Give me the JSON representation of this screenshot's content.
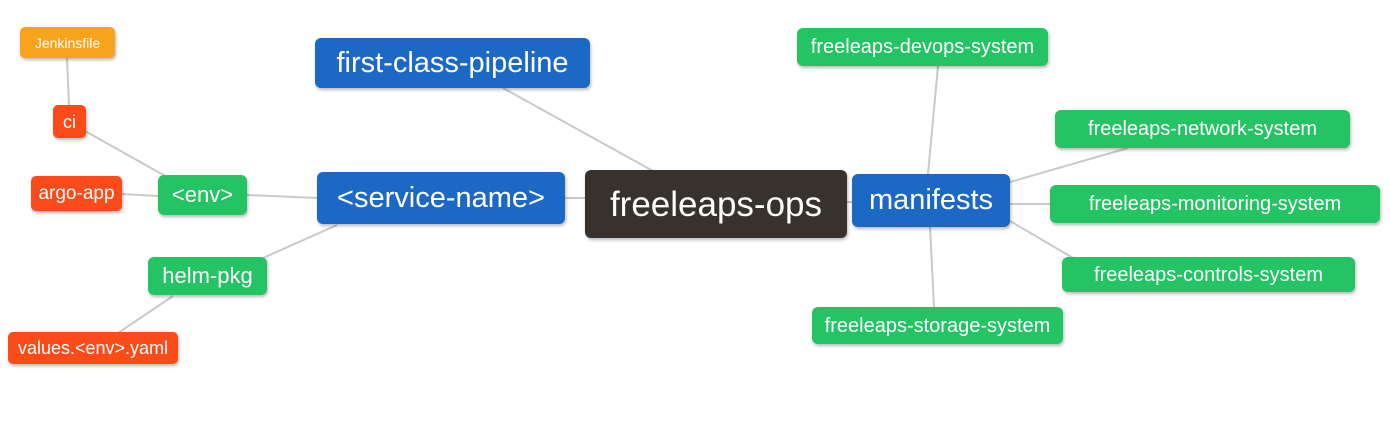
{
  "diagram": {
    "title": "freeleaps-ops repository mind map",
    "colors": {
      "root": "#38322e",
      "branch_blue": "#1c68c5",
      "node_green": "#24c364",
      "leaf_red": "#fb4b19",
      "leaf_orange": "#f7a41c",
      "edge": "#c9c9c9",
      "text": "#ffffff",
      "background": "#ffffff"
    },
    "nodes": {
      "root": {
        "label": "freeleaps-ops",
        "level": 0
      },
      "first_class_pipeline": {
        "label": "first-class-pipeline",
        "level": 1
      },
      "service_name": {
        "label": "<service-name>",
        "level": 1
      },
      "manifests": {
        "label": "manifests",
        "level": 1
      },
      "env": {
        "label": "<env>",
        "level": 2
      },
      "helm_pkg": {
        "label": "helm-pkg",
        "level": 2
      },
      "ci": {
        "label": "ci",
        "level": 3
      },
      "argo_app": {
        "label": "argo-app",
        "level": 3
      },
      "jenkinsfile": {
        "label": "Jenkinsfile",
        "level": 4
      },
      "values_yaml": {
        "label": "values.<env>.yaml",
        "level": 3
      },
      "devops_system": {
        "label": "freeleaps-devops-system",
        "level": 2
      },
      "network_system": {
        "label": "freeleaps-network-system",
        "level": 2
      },
      "monitoring_system": {
        "label": "freeleaps-monitoring-system",
        "level": 2
      },
      "controls_system": {
        "label": "freeleaps-controls-system",
        "level": 2
      },
      "storage_system": {
        "label": "freeleaps-storage-system",
        "level": 2
      }
    },
    "edges": [
      {
        "from": "jenkinsfile",
        "to": "ci"
      },
      {
        "from": "ci",
        "to": "env"
      },
      {
        "from": "argo_app",
        "to": "env"
      },
      {
        "from": "env",
        "to": "service_name"
      },
      {
        "from": "helm_pkg",
        "to": "service_name"
      },
      {
        "from": "values_yaml",
        "to": "helm_pkg"
      },
      {
        "from": "first_class_pipeline",
        "to": "root"
      },
      {
        "from": "service_name",
        "to": "root"
      },
      {
        "from": "root",
        "to": "manifests"
      },
      {
        "from": "manifests",
        "to": "devops_system"
      },
      {
        "from": "manifests",
        "to": "network_system"
      },
      {
        "from": "manifests",
        "to": "monitoring_system"
      },
      {
        "from": "manifests",
        "to": "controls_system"
      },
      {
        "from": "manifests",
        "to": "storage_system"
      }
    ]
  }
}
